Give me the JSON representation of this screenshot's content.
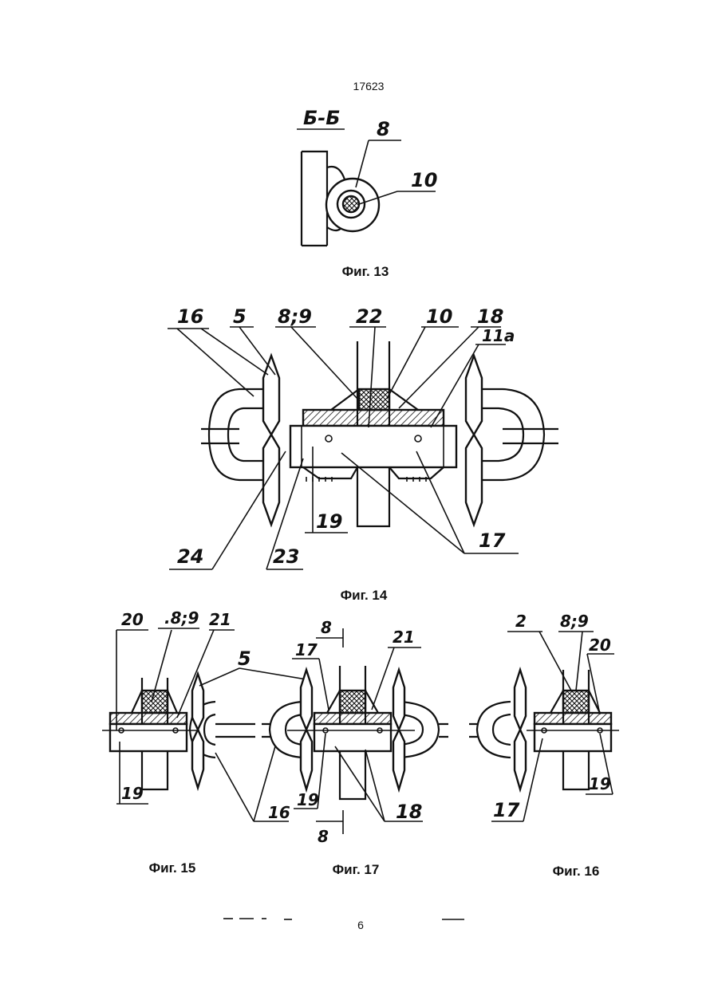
{
  "doc_number": "17623",
  "page_number": "6",
  "figures": {
    "fig13": {
      "caption": "Фиг. 13",
      "section": "Б-Б",
      "labels": [
        "8",
        "10"
      ]
    },
    "fig14": {
      "caption": "Фиг. 14",
      "labels": [
        "16",
        "5",
        "8;9",
        "22",
        "10",
        "18",
        "11a",
        "24",
        "23",
        "19",
        "17"
      ]
    },
    "fig15": {
      "caption": "Фиг. 15",
      "labels": [
        "20",
        ".8;9",
        "21",
        "19",
        "5",
        "16"
      ]
    },
    "fig17": {
      "caption": "Фиг. 17",
      "labels": [
        "8",
        "17",
        "21",
        "19",
        "18",
        "8"
      ]
    },
    "fig16": {
      "caption": "Фиг. 16",
      "labels": [
        "2",
        "8;9",
        "20",
        "17",
        "19"
      ]
    }
  }
}
